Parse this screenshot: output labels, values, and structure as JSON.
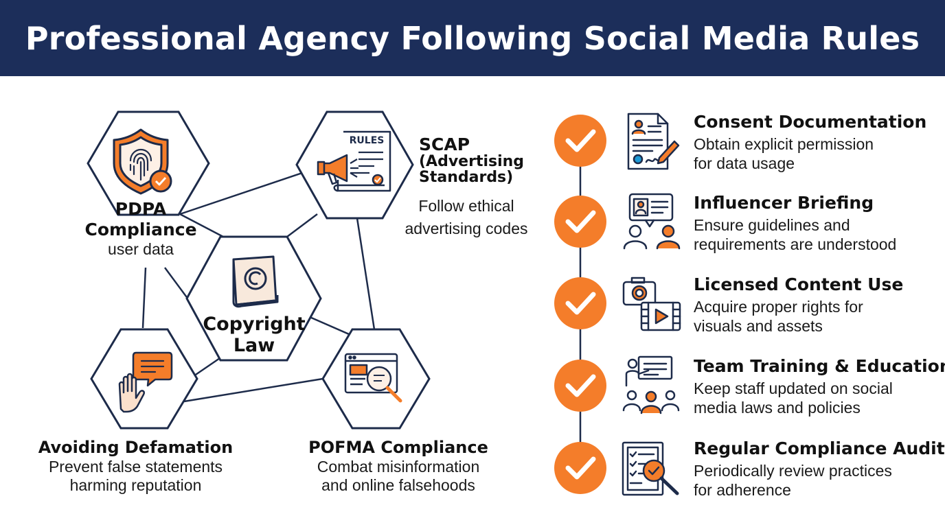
{
  "title": "Professional Agency Following Social Media Rules",
  "colors": {
    "navy": "#1c2e5a",
    "orange": "#f47d2a",
    "line": "#1d2b4a"
  },
  "diagram": {
    "pdpa": {
      "title_line1": "PDPA",
      "title_line2": "Compliance",
      "desc": "user data",
      "icon": "fingerprint-shield-icon"
    },
    "scap": {
      "title_line1": "SCAP",
      "title_line2": "(Advertising",
      "title_line3": "Standards)",
      "desc_line1": "Follow ethical",
      "desc_line2": "advertising codes",
      "badge": "RULES",
      "icon": "megaphone-rules-icon"
    },
    "copyright": {
      "title_line1": "Copyright",
      "title_line2": "Law",
      "icon": "copyright-book-icon"
    },
    "defamation": {
      "title": "Avoiding Defamation",
      "desc_line1": "Prevent false statements",
      "desc_line2": "harming reputation",
      "icon": "hand-speech-icon"
    },
    "pofma": {
      "title": "POFMA Compliance",
      "desc_line1": "Combat misinformation",
      "desc_line2": "and online falsehoods",
      "icon": "browser-magnifier-icon"
    }
  },
  "checklist": [
    {
      "title": "Consent Documentation",
      "desc_line1": "Obtain explicit permission",
      "desc_line2": "for data usage",
      "icon": "signed-document-icon"
    },
    {
      "title": "Influencer Briefing",
      "desc_line1": "Ensure guidelines and",
      "desc_line2": "requirements are understood",
      "icon": "influencer-meeting-icon"
    },
    {
      "title": "Licensed Content Use",
      "desc_line1": "Acquire proper rights for",
      "desc_line2": "visuals and assets",
      "icon": "camera-video-icon"
    },
    {
      "title": "Team Training & Education",
      "desc_line1": "Keep staff updated on social",
      "desc_line2": "media laws and policies",
      "icon": "training-presentation-icon"
    },
    {
      "title": "Regular Compliance Audits",
      "desc_line1": "Periodically review practices",
      "desc_line2": "for adherence",
      "icon": "audit-checklist-icon"
    }
  ]
}
